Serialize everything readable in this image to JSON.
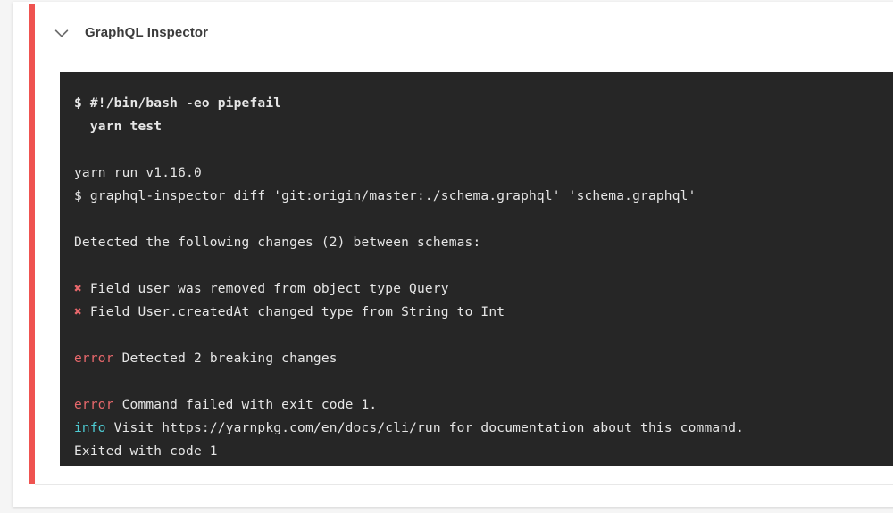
{
  "accent_color": "#ef5350",
  "terminal_background": "#262626",
  "colors": {
    "error": "#e8686c",
    "info": "#4ecdd4",
    "text": "#e6e6e6",
    "title": "#3b3b3b"
  },
  "header": {
    "title": "GraphQL Inspector",
    "chevron_icon": "chevron-down-icon"
  },
  "terminal": {
    "lines": [
      {
        "id": "cmd-shebang",
        "style": "bold",
        "segments": [
          {
            "class": "tok-plain",
            "text": "$ #!/bin/bash -eo pipefail"
          }
        ]
      },
      {
        "id": "cmd-yarn-test",
        "style": "bold",
        "segments": [
          {
            "class": "tok-plain",
            "text": "  yarn test"
          }
        ]
      },
      {
        "id": "blank-1",
        "style": "blank",
        "segments": [
          {
            "class": "tok-plain",
            "text": " "
          }
        ]
      },
      {
        "id": "yarn-version",
        "style": "normal",
        "segments": [
          {
            "class": "tok-plain",
            "text": "yarn run v1.16.0"
          }
        ]
      },
      {
        "id": "inspector-diff",
        "style": "normal",
        "segments": [
          {
            "class": "tok-plain",
            "text": "$ graphql-inspector diff 'git:origin/master:./schema.graphql' 'schema.graphql'"
          }
        ]
      },
      {
        "id": "blank-2",
        "style": "blank",
        "segments": [
          {
            "class": "tok-plain",
            "text": " "
          }
        ]
      },
      {
        "id": "detected-changes",
        "style": "normal",
        "segments": [
          {
            "class": "tok-plain",
            "text": "Detected the following changes (2) between schemas:"
          }
        ]
      },
      {
        "id": "blank-3",
        "style": "blank",
        "segments": [
          {
            "class": "tok-plain",
            "text": " "
          }
        ]
      },
      {
        "id": "change-1",
        "style": "normal",
        "segments": [
          {
            "class": "tok-cross",
            "text": "✖"
          },
          {
            "class": "tok-plain",
            "text": " Field user was removed from object type Query"
          }
        ]
      },
      {
        "id": "change-2",
        "style": "normal",
        "segments": [
          {
            "class": "tok-cross",
            "text": "✖"
          },
          {
            "class": "tok-plain",
            "text": " Field User.createdAt changed type from String to Int"
          }
        ]
      },
      {
        "id": "blank-4",
        "style": "blank",
        "segments": [
          {
            "class": "tok-plain",
            "text": " "
          }
        ]
      },
      {
        "id": "error-breaking",
        "style": "normal",
        "segments": [
          {
            "class": "tok-error",
            "text": "error"
          },
          {
            "class": "tok-plain",
            "text": " Detected 2 breaking changes"
          }
        ]
      },
      {
        "id": "blank-5",
        "style": "blank",
        "segments": [
          {
            "class": "tok-plain",
            "text": " "
          }
        ]
      },
      {
        "id": "error-exit",
        "style": "normal",
        "segments": [
          {
            "class": "tok-error",
            "text": "error"
          },
          {
            "class": "tok-plain",
            "text": " Command failed with exit code 1."
          }
        ]
      },
      {
        "id": "info-visit",
        "style": "normal",
        "segments": [
          {
            "class": "tok-info",
            "text": "info"
          },
          {
            "class": "tok-plain",
            "text": " Visit https://yarnpkg.com/en/docs/cli/run for documentation about this command."
          }
        ]
      },
      {
        "id": "exited-code",
        "style": "normal",
        "segments": [
          {
            "class": "tok-plain",
            "text": "Exited with code 1"
          }
        ]
      }
    ]
  }
}
